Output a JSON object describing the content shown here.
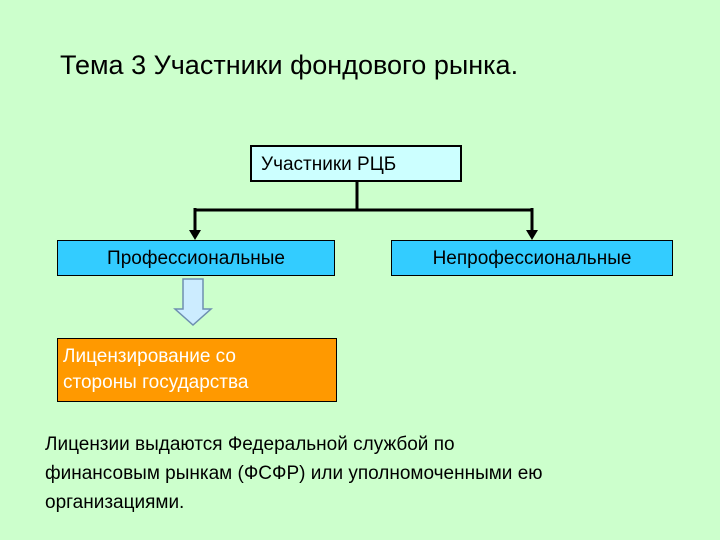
{
  "title": "Тема 3  Участники фондового рынка.",
  "diagram": {
    "root": "Участники РЦБ",
    "professional": "Профессиональные",
    "nonprofessional": "Непрофессиональные",
    "licensing": {
      "line1": "Лицензирование со",
      "line2": "стороны государства"
    }
  },
  "note": {
    "line1": "Лицензии выдаются Федеральной службой по",
    "line2": "финансовым рынкам (ФСФР) или уполномоченными ею",
    "line3": "организациями."
  },
  "colors": {
    "background": "#ccffcc",
    "root_box": "#ccffff",
    "category_box": "#33ccff",
    "licensing_box": "#ff9900",
    "arrow_fill": "#ccecff",
    "arrow_stroke": "#6e8fb0"
  }
}
